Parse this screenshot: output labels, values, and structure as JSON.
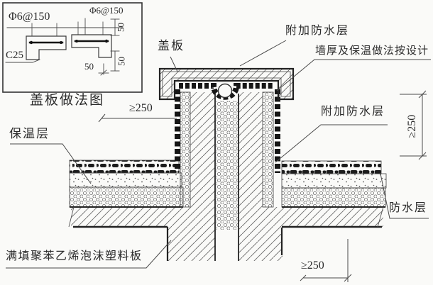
{
  "inset": {
    "rebar_label_left": "Φ6@150",
    "rebar_label_right": "Φ6@150",
    "concrete_grade": "C25",
    "dim_top_right": "50",
    "dim_bottom_right": "50",
    "dim_bottom_mid": "50",
    "caption": "盖板做法图"
  },
  "labels": {
    "cover_plate": "盖板",
    "added_waterproof_top": "附加防水层",
    "wall_note": "墙厚及保温做法按设计",
    "added_waterproof_right": "附加防水层",
    "insulation": "保温层",
    "foam_fill": "满填聚苯乙烯泡沫塑料板",
    "waterproof": "防水层"
  },
  "dimensions": {
    "left": "≥250",
    "right_vertical": "≥250",
    "bottom": "≥250"
  },
  "colors": {
    "paper": "#fafaf8",
    "line": "#3a3a3a",
    "membrane": "#161616"
  }
}
